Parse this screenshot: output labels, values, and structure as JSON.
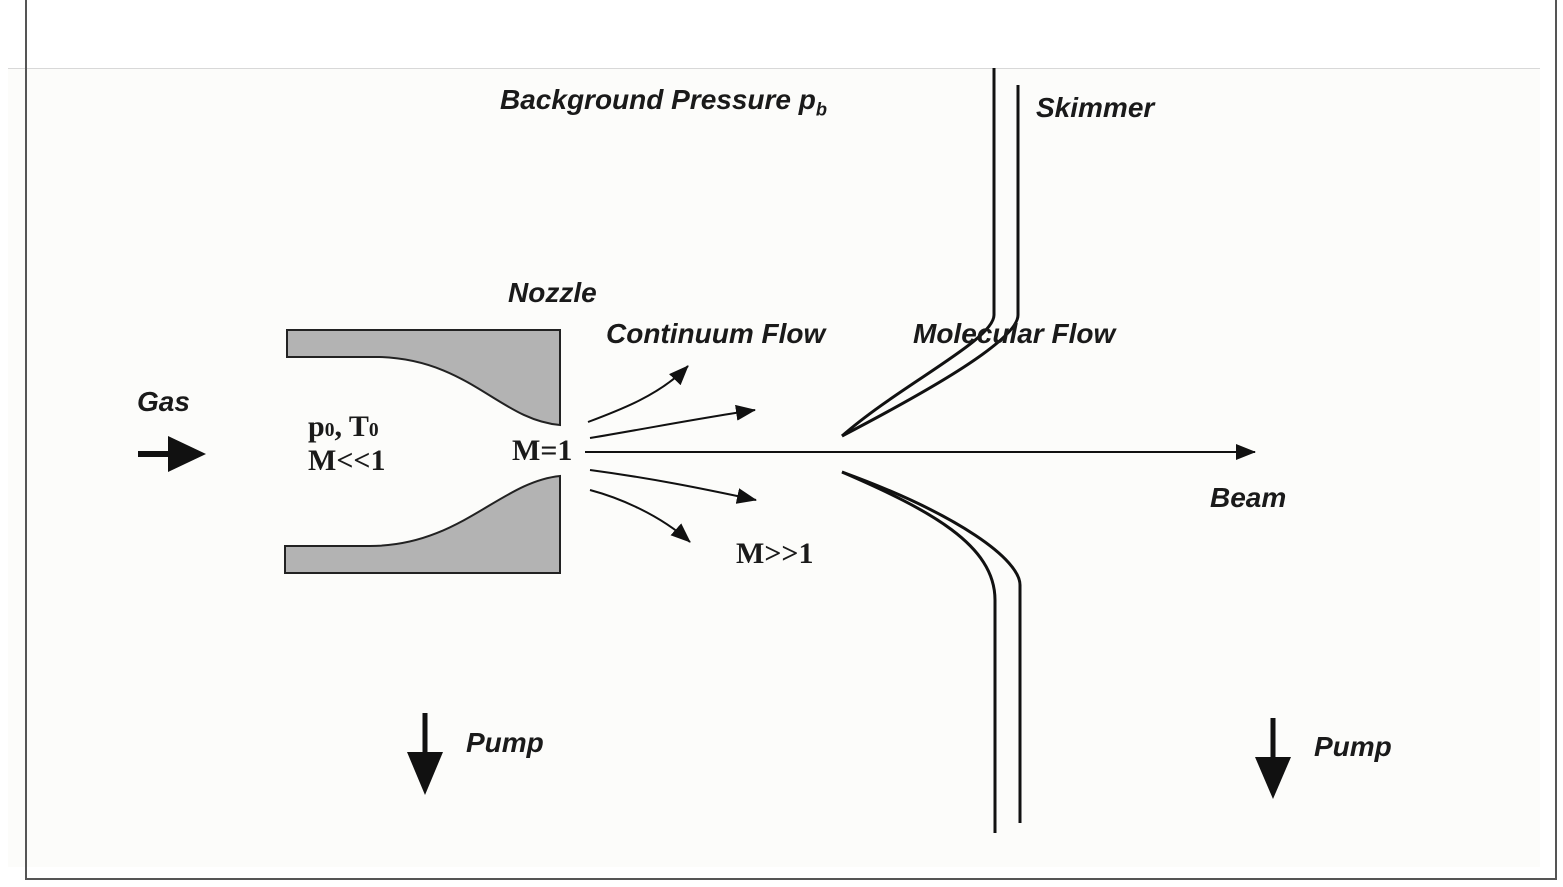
{
  "labels": {
    "background_pressure": "Background Pressure p",
    "background_pressure_sub": "b",
    "skimmer": "Skimmer",
    "nozzle": "Nozzle",
    "continuum_flow": "Continuum Flow",
    "molecular_flow": "Molecular Flow",
    "gas": "Gas",
    "p0_line_p": "p",
    "p0_line_sub0": "0",
    "p0_line_mid": ", T",
    "p0_line_sub1": "0",
    "mach_subsonic": "M<<1",
    "mach_sonic": "M=1",
    "mach_supersonic": "M>>1",
    "beam": "Beam",
    "pump_left": "Pump",
    "pump_right": "Pump"
  },
  "colors": {
    "nozzle_fill": "#b3b3b3",
    "stroke": "#111111",
    "panel": "#fcfcfa"
  }
}
